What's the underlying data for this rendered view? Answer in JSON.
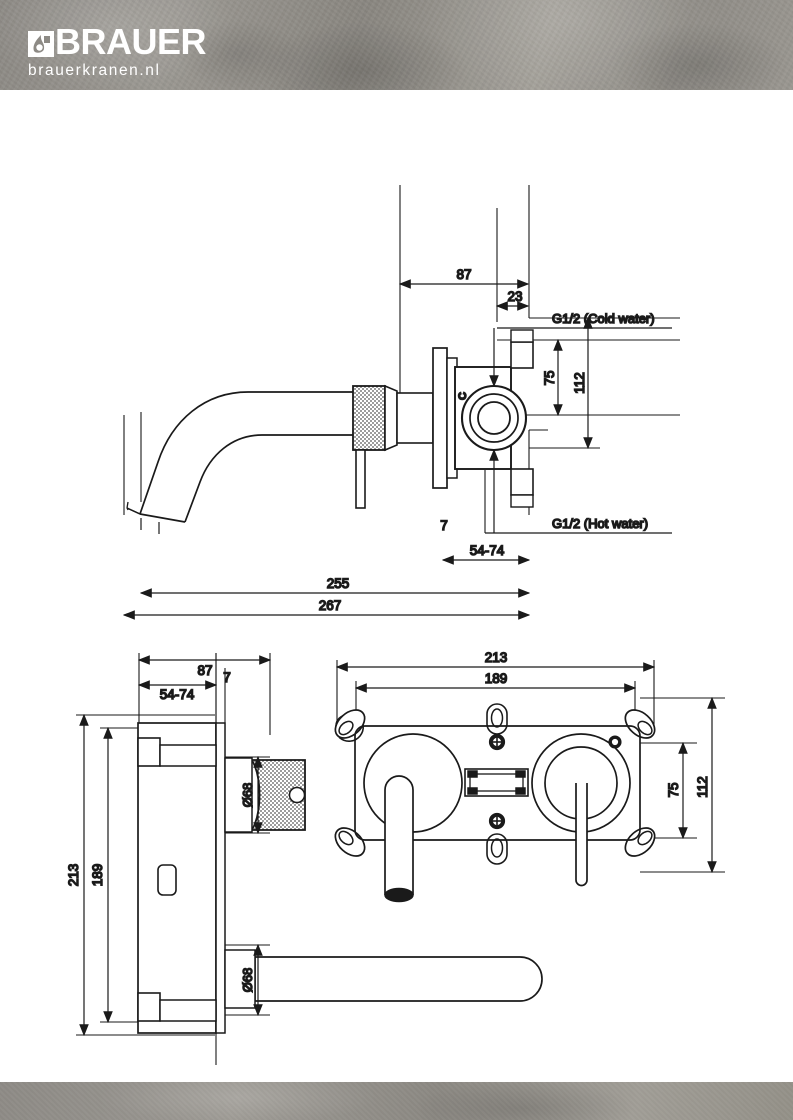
{
  "brand": {
    "name": "BRAUER",
    "website": "brauerkranen.nl",
    "logo_mark": "brauer-droplet-logo",
    "band_color": "#938f89"
  },
  "drawing": {
    "type": "technical-dimension-drawing",
    "product": "wall-mounted basin mixer tap",
    "line_color": "#1a1a1a",
    "views": [
      {
        "id": "side-elevation",
        "name": "Side elevation with concealed valve body"
      },
      {
        "id": "section-left",
        "name": "Left section view"
      },
      {
        "id": "front-plate",
        "name": "Front face plate view"
      }
    ],
    "dimensions": {
      "top_view": [
        {
          "label": "87",
          "orientation": "horizontal",
          "value": 87,
          "unit": "mm"
        },
        {
          "label": "23",
          "orientation": "horizontal",
          "value": 23,
          "unit": "mm"
        },
        {
          "label": "75",
          "orientation": "vertical",
          "value": 75,
          "unit": "mm"
        },
        {
          "label": "112",
          "orientation": "vertical",
          "value": 112,
          "unit": "mm"
        },
        {
          "label": "7",
          "orientation": "vertical",
          "value": 7,
          "unit": "mm"
        },
        {
          "label": "54-74",
          "orientation": "horizontal",
          "value": "54-74",
          "unit": "mm"
        },
        {
          "label": "255",
          "orientation": "horizontal",
          "value": 255,
          "unit": "mm"
        },
        {
          "label": "267",
          "orientation": "horizontal",
          "value": 267,
          "unit": "mm"
        }
      ],
      "bottom_left_view": [
        {
          "label": "87",
          "orientation": "horizontal",
          "value": 87,
          "unit": "mm"
        },
        {
          "label": "7",
          "orientation": "horizontal",
          "value": 7,
          "unit": "mm"
        },
        {
          "label": "54-74",
          "orientation": "horizontal",
          "value": "54-74",
          "unit": "mm"
        },
        {
          "label": "213",
          "orientation": "vertical",
          "value": 213,
          "unit": "mm"
        },
        {
          "label": "189",
          "orientation": "vertical",
          "value": 189,
          "unit": "mm"
        },
        {
          "label": "Ø68",
          "orientation": "vertical",
          "value": 68,
          "unit": "mm"
        },
        {
          "label": "Ø68",
          "orientation": "vertical",
          "value": 68,
          "unit": "mm"
        }
      ],
      "bottom_right_view": [
        {
          "label": "213",
          "orientation": "horizontal",
          "value": 213,
          "unit": "mm"
        },
        {
          "label": "189",
          "orientation": "horizontal",
          "value": 189,
          "unit": "mm"
        },
        {
          "label": "75",
          "orientation": "vertical",
          "value": 75,
          "unit": "mm"
        },
        {
          "label": "112",
          "orientation": "vertical",
          "value": 112,
          "unit": "mm"
        }
      ]
    },
    "callouts": [
      {
        "id": "cold-water",
        "text": "G1/2 (Cold water)"
      },
      {
        "id": "hot-water",
        "text": "G1/2 (Hot water)"
      },
      {
        "id": "valve-mark",
        "text": "C"
      }
    ]
  },
  "labels": {
    "d87": "87",
    "d23": "23",
    "d75": "75",
    "d112": "112",
    "d7": "7",
    "d54_74": "54-74",
    "d255": "255",
    "d267": "267",
    "d213": "213",
    "d189": "189",
    "d68": "Ø68",
    "cold": "G1/2 (Cold water)",
    "hot": "G1/2 (Hot water)",
    "mark_c": "C"
  }
}
